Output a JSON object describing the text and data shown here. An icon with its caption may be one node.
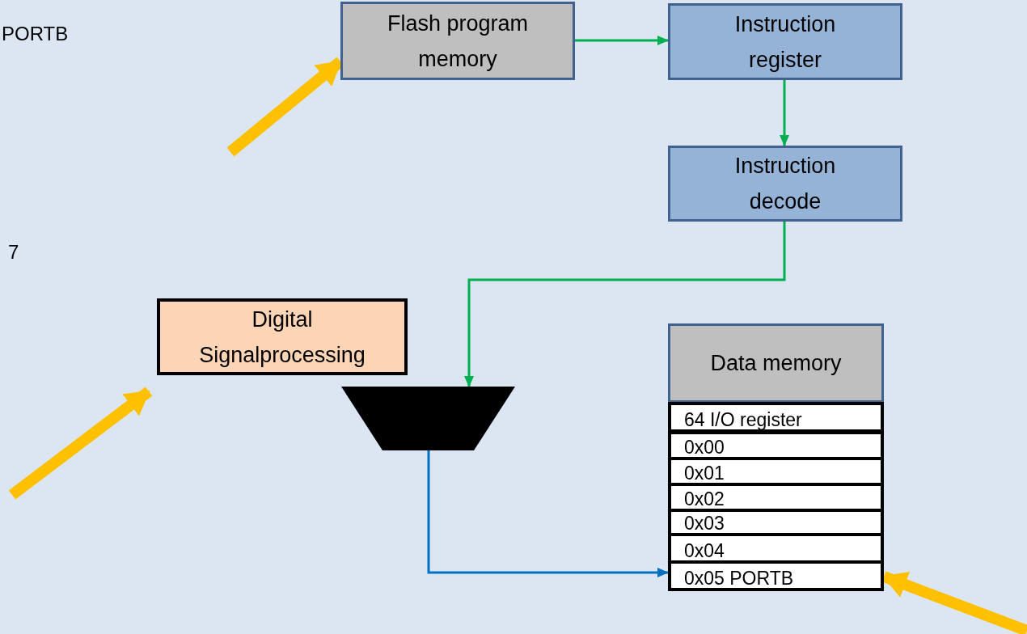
{
  "diagram": {
    "nodes": [
      {
        "text": [
          "Flash program memory"
        ]
      },
      {
        "text": [
          "Instruction register"
        ]
      },
      {
        "text": [
          "Instruction decode"
        ]
      },
      {
        "text": [
          "Digital Signalprocessing"
        ]
      },
      {
        "text": [],
        "shape": "trapezoid"
      },
      {
        "text": [
          "Data memory"
        ]
      },
      {
        "text": [
          "64 I/O register"
        ]
      },
      {
        "text": [
          "0x00"
        ]
      },
      {
        "text": [
          "0x01"
        ]
      },
      {
        "text": [
          "0x02"
        ]
      },
      {
        "text": [
          "0x03"
        ]
      },
      {
        "text": [
          "0x04"
        ]
      },
      {
        "text": [
          "0x05 PORTB"
        ]
      }
    ],
    "edges": [
      {
        "from": 0,
        "to": 1,
        "arrow": "to",
        "color": "#00b050"
      },
      {
        "from": 1,
        "to": 2,
        "arrow": "to",
        "color": "#00b050"
      },
      {
        "from": 2,
        "to": 4,
        "arrow": "to",
        "color": "#00b050"
      },
      {
        "from": 4,
        "to": 12,
        "arrow": "to",
        "color": "#0070c0"
      },
      {
        "from": null,
        "to": 0,
        "arrow": "to",
        "style": "thick",
        "color": "#ffc000"
      },
      {
        "from": null,
        "to": 3,
        "arrow": "to",
        "style": "thick",
        "color": "#ffc000"
      },
      {
        "from": null,
        "to": 12,
        "arrow": "to",
        "style": "thick",
        "color": "#ffc000"
      }
    ],
    "labels": [
      "PORTB",
      "7"
    ]
  }
}
